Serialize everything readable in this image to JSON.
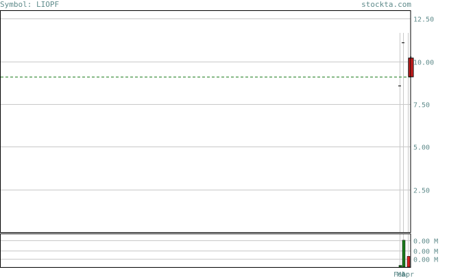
{
  "header": {
    "symbol_text": "Symbol: LIOPF",
    "site_text": "stockta.com"
  },
  "chart_data": {
    "type": "candlestick",
    "price_axis": {
      "ylim": [
        0,
        13
      ],
      "ticks": [
        "12.50",
        "10.00",
        "7.50",
        "5.00",
        "2.50"
      ],
      "tick_values": [
        12.5,
        10.0,
        7.5,
        5.0,
        2.5
      ],
      "grid": true
    },
    "volume_axis": {
      "ylim": [
        0,
        1
      ],
      "ticks": [
        "0.00 M",
        "0.00 M",
        "0.00 M"
      ],
      "tick_values": [
        0.8,
        0.5,
        0.25
      ],
      "grid": true
    },
    "reference_line": {
      "value": 9.1,
      "style": "dashed",
      "color": "#1a7a1a"
    },
    "x_labels": [
      "Feb",
      "Mar",
      "Apr"
    ],
    "candles": [
      {
        "label": "Feb",
        "open": 8.6,
        "high": 8.6,
        "low": 8.6,
        "close": 8.6
      },
      {
        "label": "Mar",
        "open": 11.1,
        "high": 11.1,
        "low": 11.1,
        "close": 11.1
      },
      {
        "label": "Apr",
        "open": 9.1,
        "high": 10.3,
        "low": 9.1,
        "close": 10.2
      }
    ],
    "volumes": [
      {
        "label": "Feb",
        "value": 0.05,
        "color": "#1a7a1a"
      },
      {
        "label": "Mar",
        "value": 0.8,
        "color": "#1a7a1a"
      },
      {
        "label": "Apr",
        "value": 0.32,
        "color": "#d42020"
      }
    ],
    "colors": {
      "up_candle": "#d42020",
      "grid": "#c8c8c8",
      "axis_text": "#5f8b8b",
      "frame": "#000000"
    }
  }
}
